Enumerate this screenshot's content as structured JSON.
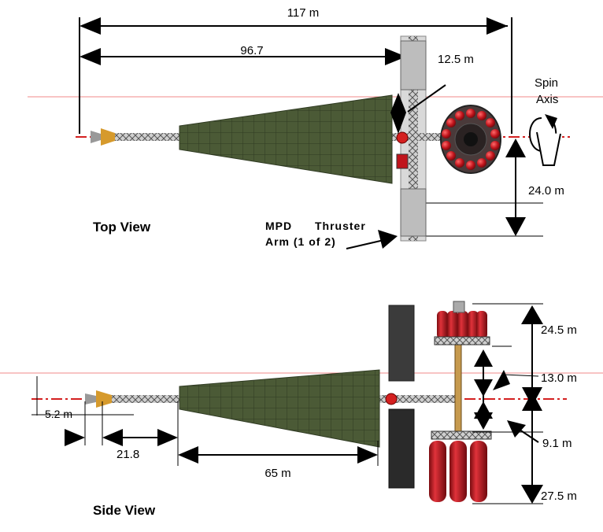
{
  "top_view": {
    "title": "Top View",
    "dim_overall": "117 m",
    "dim_radiator_to_arm": "96.7",
    "dim_arm_width": "12.5 m",
    "dim_spin_offset": "24.0 m",
    "spin_axis_line1": "Spin",
    "spin_axis_line2": "Axis",
    "mpd_line1_a": "MPD",
    "mpd_line1_b": "Thruster",
    "mpd_line2": "Arm (1 of 2)"
  },
  "side_view": {
    "title": "Side View",
    "dim_nozzle": "5.2 m",
    "dim_truss": "21.8",
    "dim_radiator": "65 m",
    "dim_upper_tanks": "24.5 m",
    "dim_upper_offset": "13.0 m",
    "dim_lower_offset": "9.1 m",
    "dim_lower_tanks": "27.5 m"
  },
  "colors": {
    "radiator": "#4b5a36",
    "tank_red": "#c0141c",
    "axis_line": "#d42020",
    "guide_line": "#f08a8a",
    "truss": "#8a8a8a"
  }
}
